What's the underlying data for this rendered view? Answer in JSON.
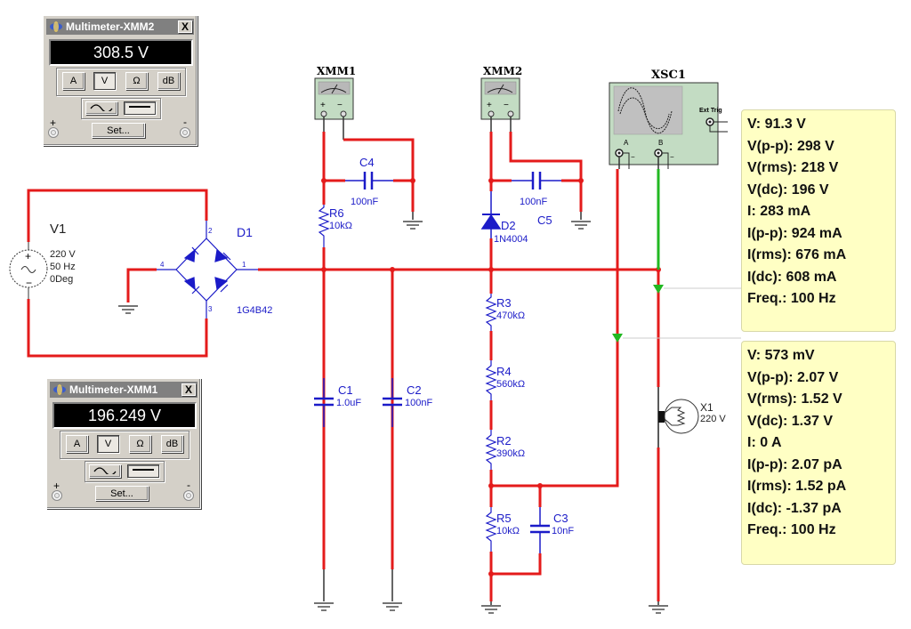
{
  "multimeters": [
    {
      "id": "xmm2",
      "title": "Multimeter-XMM2",
      "reading": "308.5 V",
      "modes": [
        "A",
        "V",
        "Ω",
        "dB"
      ],
      "active_mode": "V",
      "waveforms": [
        "ac",
        "dc"
      ],
      "active_waveform": "dc",
      "set_label": "Set...",
      "close_label": "X",
      "plus_label": "+",
      "minus_label": "-"
    },
    {
      "id": "xmm1",
      "title": "Multimeter-XMM1",
      "reading": "196.249 V",
      "modes": [
        "A",
        "V",
        "Ω",
        "dB"
      ],
      "active_mode": "V",
      "waveforms": [
        "ac",
        "dc"
      ],
      "active_waveform": "dc",
      "set_label": "Set...",
      "close_label": "X",
      "plus_label": "+",
      "minus_label": "-"
    }
  ],
  "components": {
    "v1": {
      "name": "V1",
      "voltage": "220 V",
      "freq": "50 Hz",
      "phase": "0Deg"
    },
    "d1": {
      "name": "D1",
      "model": "1G4B42",
      "pins": [
        "1",
        "2",
        "3",
        "4"
      ]
    },
    "xmm1": {
      "name": "XMM1"
    },
    "xmm2": {
      "name": "XMM2"
    },
    "xsc1": {
      "name": "XSC1",
      "ext_trig": "Ext Trig",
      "ch_a": "A",
      "ch_b": "B"
    },
    "c4": {
      "name": "C4",
      "value": "100nF"
    },
    "c5": {
      "name": "C5",
      "value": "100nF"
    },
    "r6": {
      "name": "R6",
      "value": "10kΩ"
    },
    "d2": {
      "name": "D2",
      "model": "1N4004"
    },
    "c1": {
      "name": "C1",
      "value": "1.0uF"
    },
    "c2": {
      "name": "C2",
      "value": "100nF"
    },
    "r3": {
      "name": "R3",
      "value": "470kΩ"
    },
    "r4": {
      "name": "R4",
      "value": "560kΩ"
    },
    "r2": {
      "name": "R2",
      "value": "390kΩ"
    },
    "r5": {
      "name": "R5",
      "value": "10kΩ"
    },
    "c3": {
      "name": "C3",
      "value": "10nF"
    },
    "x1": {
      "name": "X1",
      "value": "220 V"
    }
  },
  "probes": [
    {
      "lines": [
        "V: 91.3 V",
        "V(p-p): 298 V",
        "V(rms): 218 V",
        "V(dc): 196 V",
        "I: 283 mA",
        "I(p-p): 924 mA",
        "I(rms): 676 mA",
        "I(dc): 608 mA",
        "Freq.: 100 Hz"
      ]
    },
    {
      "lines": [
        "V: 573 mV",
        "V(p-p): 2.07 V",
        "V(rms): 1.52 V",
        "V(dc): 1.37 V",
        "I: 0 A",
        "I(p-p): 2.07 pA",
        "I(rms): 1.52 pA",
        "I(dc): -1.37 pA",
        "Freq.: 100 Hz"
      ]
    }
  ],
  "colors": {
    "wire": "#e41b1b",
    "probe_wire": "#22b822",
    "component": "#1b1bc8",
    "instrument_body": "#c3dcc3",
    "probe_box": "#ffffc4"
  }
}
